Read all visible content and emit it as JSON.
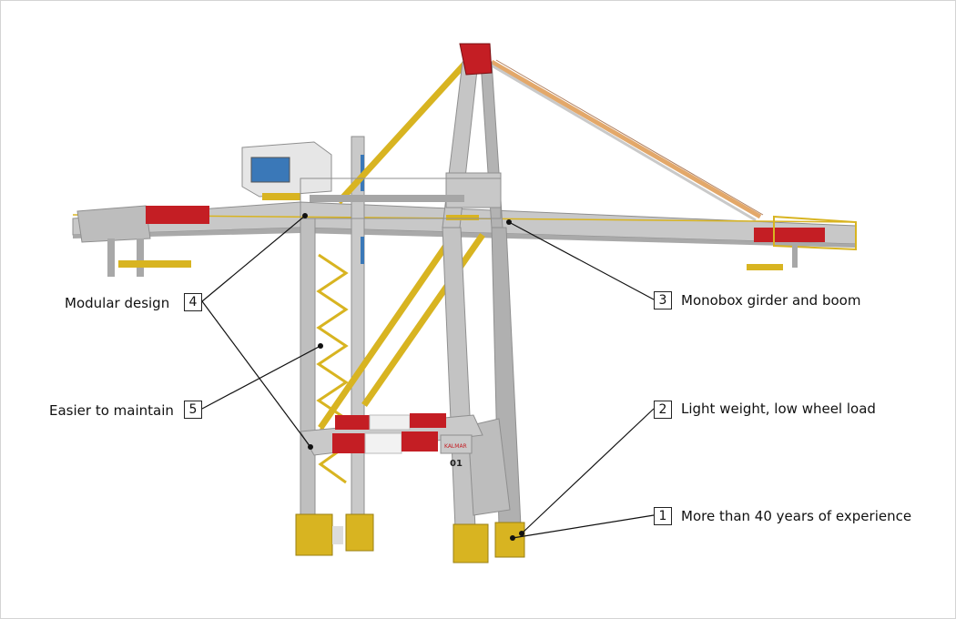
{
  "colors": {
    "steel": "#c3c3c3",
    "steel_dark": "#9a9a9a",
    "yellow": "#d8b421",
    "red": "#c41e24",
    "window_blue": "#3a78b8",
    "cabin": "#e6e6e6"
  },
  "crane": {
    "cross_beam_number": "01",
    "logo_text": "KALMAR"
  },
  "callouts": [
    {
      "number": "1",
      "text": "More than 40 years of experience"
    },
    {
      "number": "2",
      "text": "Light weight, low wheel load"
    },
    {
      "number": "3",
      "text": "Monobox girder and boom"
    },
    {
      "number": "4",
      "text": "Modular design"
    },
    {
      "number": "5",
      "text": "Easier to maintain"
    }
  ]
}
